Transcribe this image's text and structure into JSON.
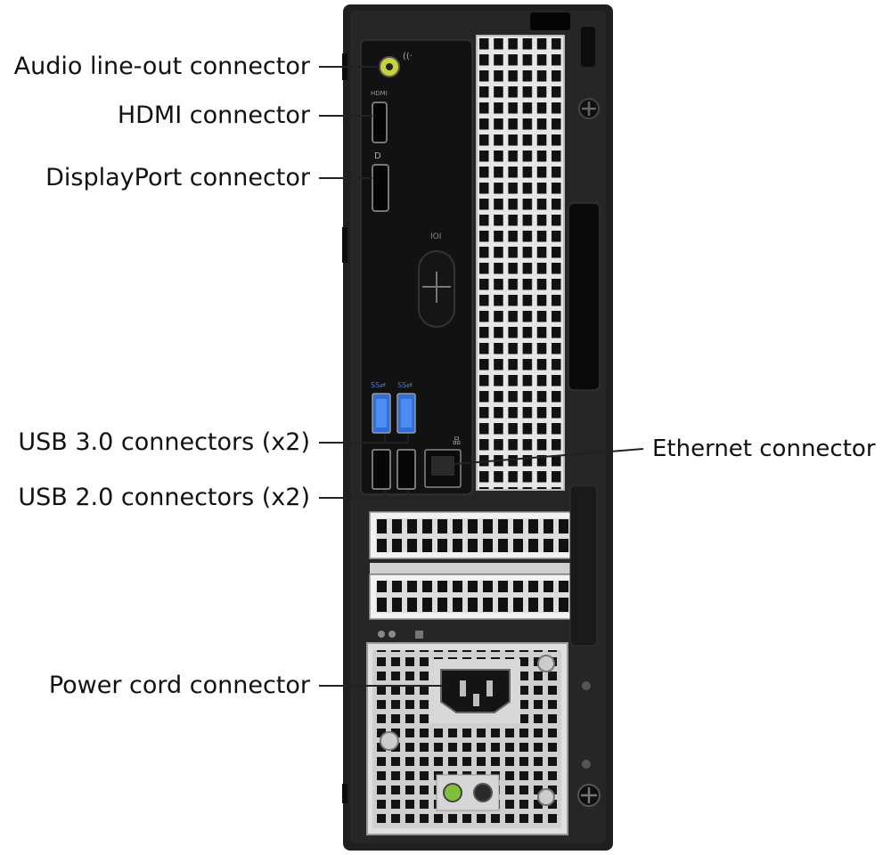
{
  "callouts": {
    "audio": "Audio line-out connector",
    "hdmi": "HDMI connector",
    "displayport": "DisplayPort connector",
    "usb3": "USB 3.0 connectors (x2)",
    "usb2": "USB 2.0 connectors (x2)",
    "ethernet": "Ethernet connector",
    "power": "Power cord connector"
  },
  "colors": {
    "chassis": "#1f1f1f",
    "io_panel": "#111111",
    "grille_frame": "#d8d8d8",
    "usb3_blue": "#2f6fd6",
    "audio_green": "#c9d23a",
    "power_led_green": "#7fbf3a",
    "leader_line": "#222222"
  },
  "icons": [
    "audio-port-icon",
    "hdmi-port-icon",
    "displayport-port-icon",
    "usb-port-icon",
    "ethernet-port-icon",
    "power-socket-icon",
    "screw-icon"
  ]
}
